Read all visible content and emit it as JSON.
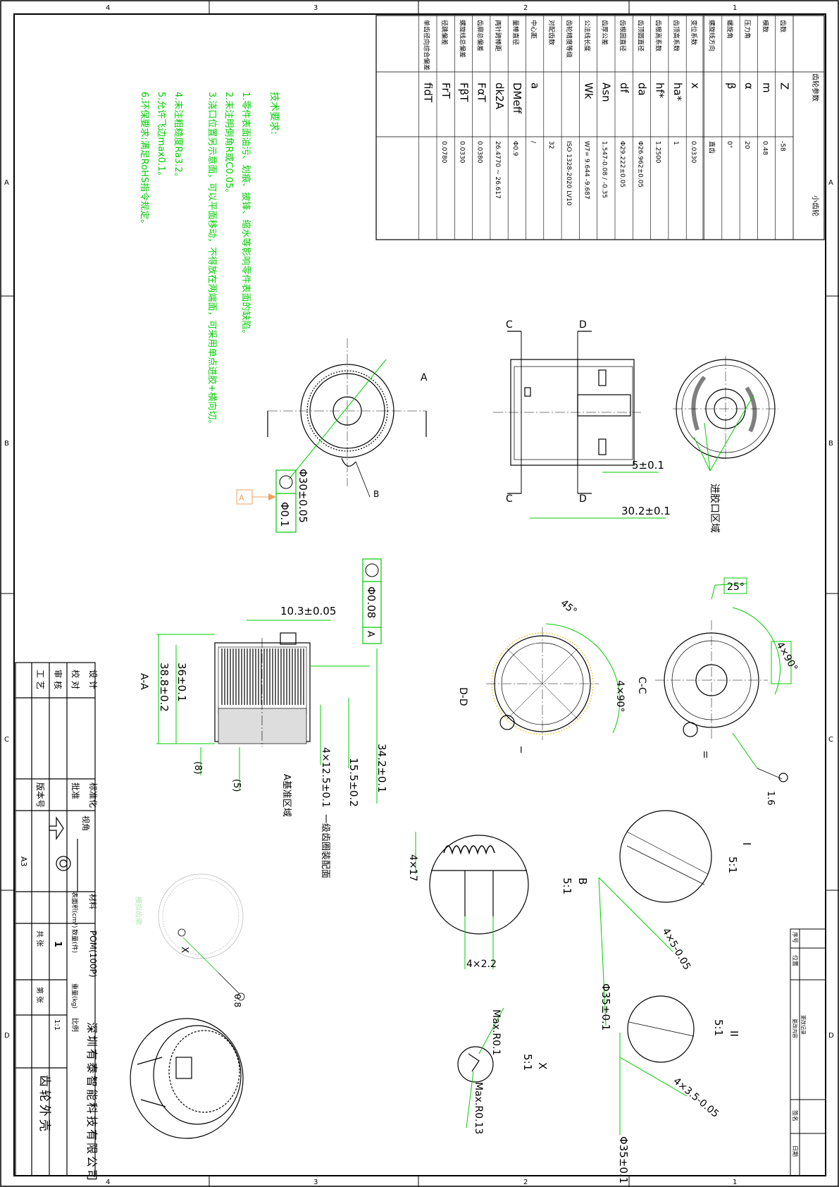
{
  "drawing": {
    "company": "深圳有泰智能科技有限公司",
    "part_name": "齿轮外壳",
    "material_label": "材料",
    "material": "POM(100P)",
    "scale_label": "比例",
    "scale": "1:1",
    "sheet_size": "A3",
    "surface_area_label": "表面积(cm²)",
    "qty_label": "数量(件)",
    "qty": "1",
    "weight_label": "重量(kg)",
    "total_sheets_label": "共 张",
    "sheet_no_label": "第 张",
    "view_label": "视角",
    "signoff": [
      "设 计",
      "校 对",
      "审 核",
      "工 艺"
    ],
    "signoff2": [
      "标准化",
      "批准",
      "版本号"
    ]
  },
  "border": {
    "top": [
      "4",
      "3",
      "2",
      "1"
    ],
    "side": [
      "A",
      "B",
      "C",
      "D"
    ]
  },
  "revision": {
    "cols": [
      "序号",
      "位置",
      "更改内容",
      "签名",
      "日期"
    ],
    "title": "更改记录"
  },
  "gear_table": {
    "title": "齿轮参数",
    "subtitle": "小齿轮",
    "rows": [
      {
        "name": "齿数",
        "sym": "Z",
        "val": "-58"
      },
      {
        "name": "模数",
        "sym": "m",
        "val": "0.48"
      },
      {
        "name": "压力角",
        "sym": "α",
        "val": "20"
      },
      {
        "name": "螺旋角",
        "sym": "β",
        "val": "0°"
      },
      {
        "name": "螺旋线方向",
        "sym": "",
        "val": "直齿"
      },
      {
        "name": "变位系数",
        "sym": "x",
        "val": "0.0330"
      },
      {
        "name": "齿顶高系数",
        "sym": "ha*",
        "val": "1"
      },
      {
        "name": "齿根高系数",
        "sym": "hf*",
        "val": "1.2500"
      },
      {
        "name": "齿顶圆直径",
        "sym": "da",
        "val": "Φ26.962±0.05"
      },
      {
        "name": "齿根圆直径",
        "sym": "df",
        "val": "Φ29.222±0.05"
      },
      {
        "name": "齿厚公差",
        "sym": "Asn",
        "val": "1.547-0.08 / -0.35"
      },
      {
        "name": "公法线长度",
        "sym": "Wk",
        "val": "W7= 9.644 -9.687"
      },
      {
        "name": "齿轮精度等级",
        "sym": "",
        "val": "ISO 1328-2020 LV10"
      },
      {
        "name": "对配齿数",
        "sym": "",
        "val": "32"
      },
      {
        "name": "中心距",
        "sym": "a",
        "val": "/"
      },
      {
        "name": "量棒直径",
        "sym": "DMeff",
        "val": "Φ0.9"
      },
      {
        "name": "两针跨棒距",
        "sym": "dk2A",
        "val": "26.4770 ~ 26.617"
      },
      {
        "name": "齿廓总偏差",
        "sym": "FαT",
        "val": "0.0380"
      },
      {
        "name": "螺旋线总偏差",
        "sym": "FβT",
        "val": "0.0330"
      },
      {
        "name": "径跳偏差",
        "sym": "FrT",
        "val": "0.0780"
      },
      {
        "name": "单齿径向综合偏差",
        "sym": "fidT",
        "val": ""
      }
    ]
  },
  "tech_req": {
    "title": "技术要求:",
    "items": [
      "1.零件表面油污、划痕、披锋、缩水等影响零件表面的缺陷。",
      "2.未注明倒角R或C0.05。",
      "3.浇口位置另示意面，可以平面移动，不得放在两端面，可采用单点进胶+横向切。",
      "4.未注粗糙度Ra3.2。",
      "5.允许飞边max0.1。",
      "6.环保要求:满足RoHS指令规定。"
    ]
  },
  "labels": {
    "gate": "进胶口区域",
    "datum_zone": "A基准区域",
    "gear_zone": "一级齿圈装配面",
    "mold_note": "模拟齿廓",
    "view_A": "A",
    "view_B": "B",
    "view_C": "C",
    "view_D": "D",
    "section_AA": "A-A",
    "section_CC": "C-C",
    "section_DD": "D-D",
    "detail_I": "I",
    "detail_II": "II",
    "detail_X": "X",
    "detail_B": "B",
    "scale_51": "5:1",
    "datum": "A"
  },
  "dims": {
    "d5": "5±0.1",
    "d30_2": "30.2±0.1",
    "d30": "Φ30±0.05",
    "d01": "Φ0.1",
    "d008": "Φ0.08",
    "d103": "10.3±0.05",
    "d36": "36±0.1",
    "d388": "38.8±0.2",
    "d342": "34.2±0.1",
    "d155": "15.5±0.2",
    "d125": "4×12.5±0.1",
    "d8": "(8)",
    "d5p": "(5)",
    "a45": "45°",
    "a490a": "4×90°",
    "a25": "25°",
    "a490b": "4×90°",
    "r16": "1.6",
    "r08": "0.8",
    "d417": "4×17",
    "d422": "4×2.2",
    "d450": "4×5-0.05",
    "d351": "Φ35±0.1",
    "d4350": "4×3.5-0.05",
    "d352": "Φ35±0.1",
    "maxr1": "Max.R0.1",
    "maxr13": "Max.R0.13"
  }
}
